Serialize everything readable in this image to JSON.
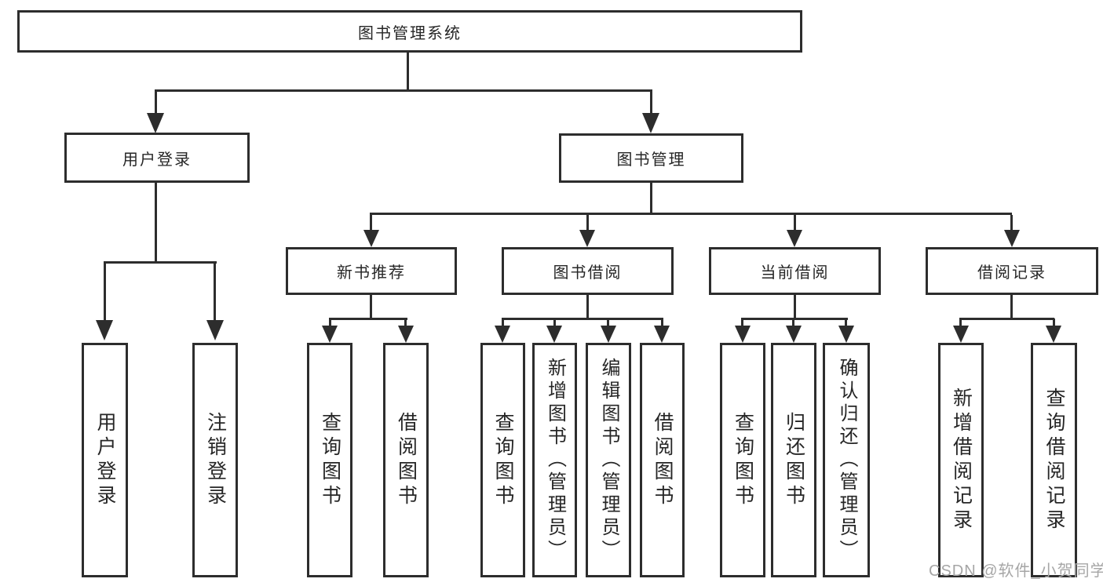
{
  "watermark": "CSDN @软件_小贺同学",
  "colors": {
    "line": "#2d2d2d",
    "text": "#262626",
    "watermark": "#a6a6a6",
    "background": "#ffffff"
  },
  "tree": {
    "root": "图书管理系统",
    "children": [
      {
        "label": "用户登录",
        "children": [
          {
            "label": "用户登录"
          },
          {
            "label": "注销登录"
          }
        ]
      },
      {
        "label": "图书管理",
        "children": [
          {
            "label": "新书推荐",
            "children": [
              {
                "label": "查询图书"
              },
              {
                "label": "借阅图书"
              }
            ]
          },
          {
            "label": "图书借阅",
            "children": [
              {
                "label": "查询图书"
              },
              {
                "label": "新增图书（管理员）"
              },
              {
                "label": "编辑图书（管理员）"
              },
              {
                "label": "借阅图书"
              }
            ]
          },
          {
            "label": "当前借阅",
            "children": [
              {
                "label": "查询图书"
              },
              {
                "label": "归还图书"
              },
              {
                "label": "确认归还（管理员）"
              }
            ]
          },
          {
            "label": "借阅记录",
            "children": [
              {
                "label": "新增借阅记录"
              },
              {
                "label": "查询借阅记录"
              }
            ]
          }
        ]
      }
    ]
  }
}
